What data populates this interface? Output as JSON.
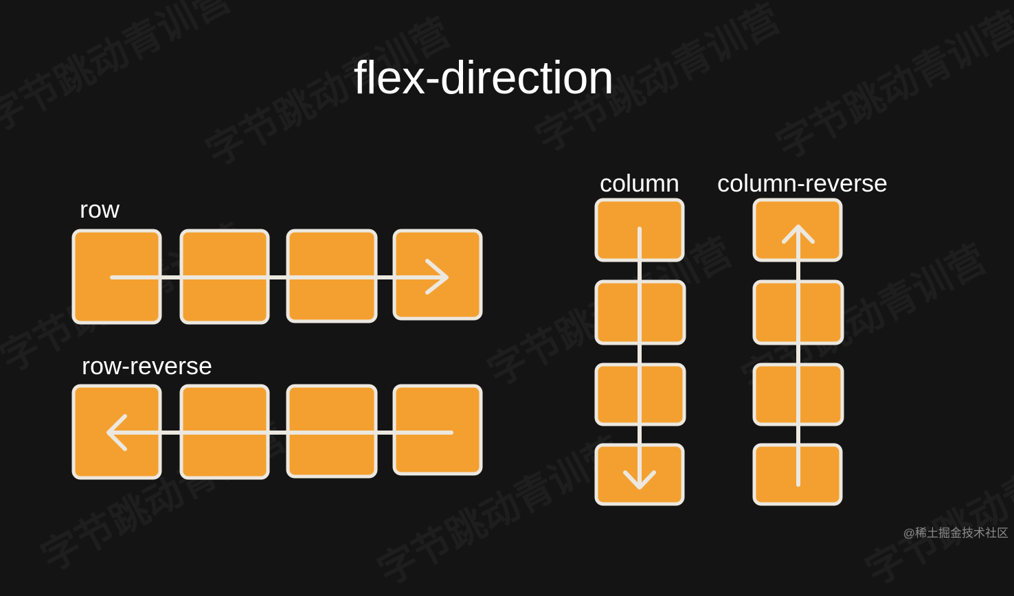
{
  "title": "flex-direction",
  "labels": {
    "row": "row",
    "row_reverse": "row-reverse",
    "column": "column",
    "column_reverse": "column-reverse"
  },
  "watermark": "字节跳动青训营",
  "credit": "@稀土掘金技术社区",
  "colors": {
    "background": "#141414",
    "box_fill": "#f4a030",
    "box_border": "#ece8e0",
    "arrow": "#ece8e0",
    "text": "#ffffff"
  },
  "groups": [
    {
      "name": "row",
      "items": 4,
      "direction": "left-to-right"
    },
    {
      "name": "row-reverse",
      "items": 4,
      "direction": "right-to-left"
    },
    {
      "name": "column",
      "items": 4,
      "direction": "top-to-bottom"
    },
    {
      "name": "column-reverse",
      "items": 4,
      "direction": "bottom-to-top"
    }
  ]
}
